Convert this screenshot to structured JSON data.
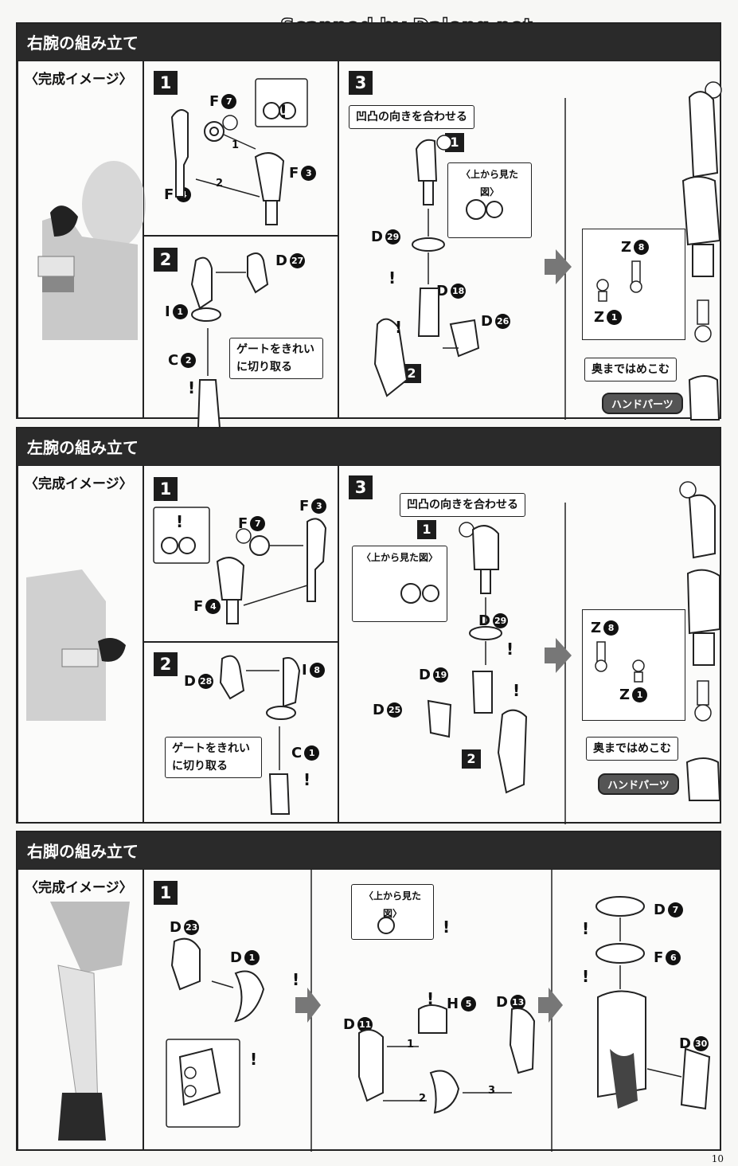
{
  "watermark": "Scanned by Dalong.net",
  "image_label": "〈完成イメージ〉",
  "top_view_label": "〈上から見た図〉",
  "align_label": "凹凸の向きを合わせる",
  "press_label": "奥まではめこむ",
  "gate_label_line1": "ゲートをきれい",
  "gate_label_line2": "に切り取る",
  "hand_badge": "ハンドパーツ",
  "caution": "!",
  "page_number": "10",
  "sections": [
    {
      "title": "右腕の組み立て",
      "steps": [
        "1",
        "2",
        "3"
      ],
      "parts": {
        "f7": {
          "letter": "F",
          "num": "7"
        },
        "f3": {
          "letter": "F",
          "num": "3"
        },
        "f4": {
          "letter": "F",
          "num": "4"
        },
        "d27": {
          "letter": "D",
          "num": "27"
        },
        "i1": {
          "letter": "I",
          "num": "1"
        },
        "c2": {
          "letter": "C",
          "num": "2"
        },
        "d29": {
          "letter": "D",
          "num": "29"
        },
        "d18": {
          "letter": "D",
          "num": "18"
        },
        "d26": {
          "letter": "D",
          "num": "26"
        },
        "z8": {
          "letter": "Z",
          "num": "8"
        },
        "z1": {
          "letter": "Z",
          "num": "1"
        }
      },
      "order": [
        "1",
        "2"
      ]
    },
    {
      "title": "左腕の組み立て",
      "steps": [
        "1",
        "2",
        "3"
      ],
      "parts": {
        "f3": {
          "letter": "F",
          "num": "3"
        },
        "f7": {
          "letter": "F",
          "num": "7"
        },
        "f4": {
          "letter": "F",
          "num": "4"
        },
        "d28": {
          "letter": "D",
          "num": "28"
        },
        "i8": {
          "letter": "I",
          "num": "8"
        },
        "c1": {
          "letter": "C",
          "num": "1"
        },
        "d29": {
          "letter": "D",
          "num": "29"
        },
        "d19": {
          "letter": "D",
          "num": "19"
        },
        "d25": {
          "letter": "D",
          "num": "25"
        },
        "z8": {
          "letter": "Z",
          "num": "8"
        },
        "z1": {
          "letter": "Z",
          "num": "1"
        }
      },
      "order": [
        "1",
        "2"
      ]
    },
    {
      "title": "右脚の組み立て",
      "steps": [
        "1"
      ],
      "parts": {
        "d23": {
          "letter": "D",
          "num": "23"
        },
        "d1": {
          "letter": "D",
          "num": "1"
        },
        "h5": {
          "letter": "H",
          "num": "5"
        },
        "d13": {
          "letter": "D",
          "num": "13"
        },
        "d11": {
          "letter": "D",
          "num": "11"
        },
        "d7": {
          "letter": "D",
          "num": "7"
        },
        "f6": {
          "letter": "F",
          "num": "6"
        },
        "d30": {
          "letter": "D",
          "num": "30"
        }
      },
      "order": [
        "1",
        "2",
        "3"
      ]
    }
  ]
}
